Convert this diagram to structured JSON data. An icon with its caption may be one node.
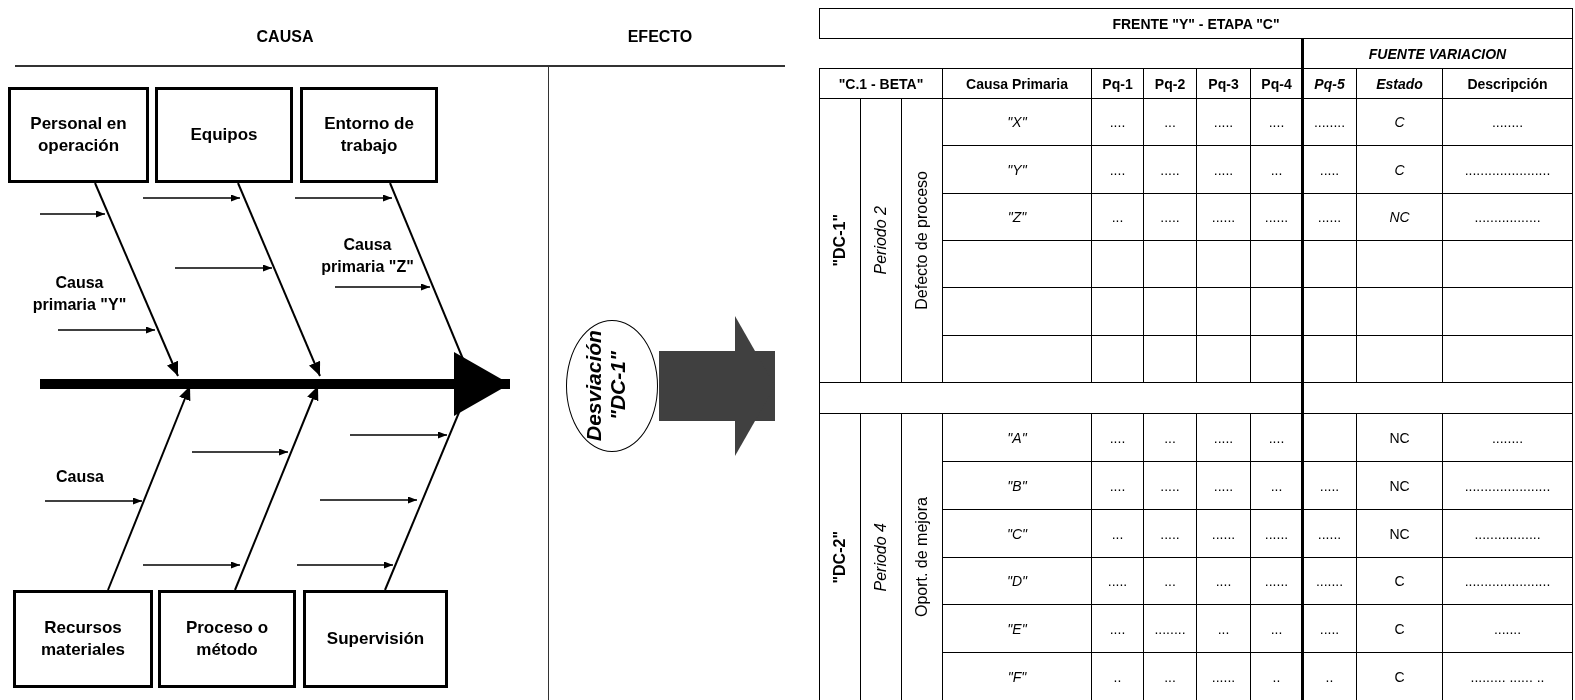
{
  "diagram": {
    "nodes": [
      {
        "text": [
          "Personal en operación"
        ]
      },
      {
        "text": [
          "Equipos"
        ]
      },
      {
        "text": [
          "Entorno de trabajo"
        ]
      },
      {
        "text": [
          "Recursos materiales"
        ]
      },
      {
        "text": [
          "Proceso o método"
        ]
      },
      {
        "text": [
          "Supervisión"
        ]
      },
      {
        "text": [
          "Desviación \"DC-1\""
        ]
      },
      {
        "text": [
          "FRENTE \"Y\" - ETAPA \"C\""
        ]
      }
    ],
    "edges": [
      {
        "from": 0,
        "to": null,
        "arrow": "to"
      },
      {
        "from": 1,
        "to": null,
        "arrow": "to"
      },
      {
        "from": 2,
        "to": null,
        "arrow": "to"
      },
      {
        "from": 3,
        "to": null,
        "arrow": "to"
      },
      {
        "from": 4,
        "to": null,
        "arrow": "to"
      },
      {
        "from": 5,
        "to": null,
        "arrow": "to"
      },
      {
        "from": null,
        "to": 6,
        "arrow": "to",
        "style": "thick"
      },
      {
        "from": 6,
        "to": 7,
        "arrow": "to",
        "style": "thick",
        "color": "#404040"
      }
    ],
    "labels": [
      "CAUSA",
      "EFECTO",
      "Causa primaria \"Z\"",
      "Causa primaria \"Y\"",
      "Causa",
      "FUENTE VARIACION",
      "\"C.1 - BETA\"",
      "Causa Primaria",
      "Pq-1",
      "Pq-2",
      "Pq-3",
      "Pq-4",
      "Pq-5",
      "Estado",
      "Descripción",
      "\"DC-1\"",
      "Periodo 2",
      "Defecto de proceso",
      "\"X\"",
      "....",
      "...",
      ".....",
      "....",
      "........",
      "C",
      "........",
      "\"Y\"",
      "....",
      ".....",
      ".....",
      "...",
      ".....",
      "C",
      "......................",
      "\"Z\"",
      "...",
      ".....",
      "......",
      "......",
      "......",
      "NC",
      ".................",
      "\"DC-2\"",
      "Periodo 4",
      "Oport. de mejora",
      "\"A\"",
      "....",
      "...",
      ".....",
      "....",
      "NC",
      "........",
      "\"B\"",
      "....",
      ".....",
      ".....",
      "...",
      ".....",
      "NC",
      "......................",
      "\"C\"",
      "...",
      ".....",
      "......",
      "......",
      "......",
      "NC",
      ".................",
      "\"D\"",
      ".....",
      "...",
      "....",
      "......",
      ".......",
      "C",
      "......................",
      "\"E\"",
      "....",
      "........",
      "...",
      "...",
      ".....",
      "C",
      ".......",
      "\"F\"",
      "..",
      "...",
      "......",
      "..",
      "..",
      "C",
      "......... ...... .."
    ]
  }
}
